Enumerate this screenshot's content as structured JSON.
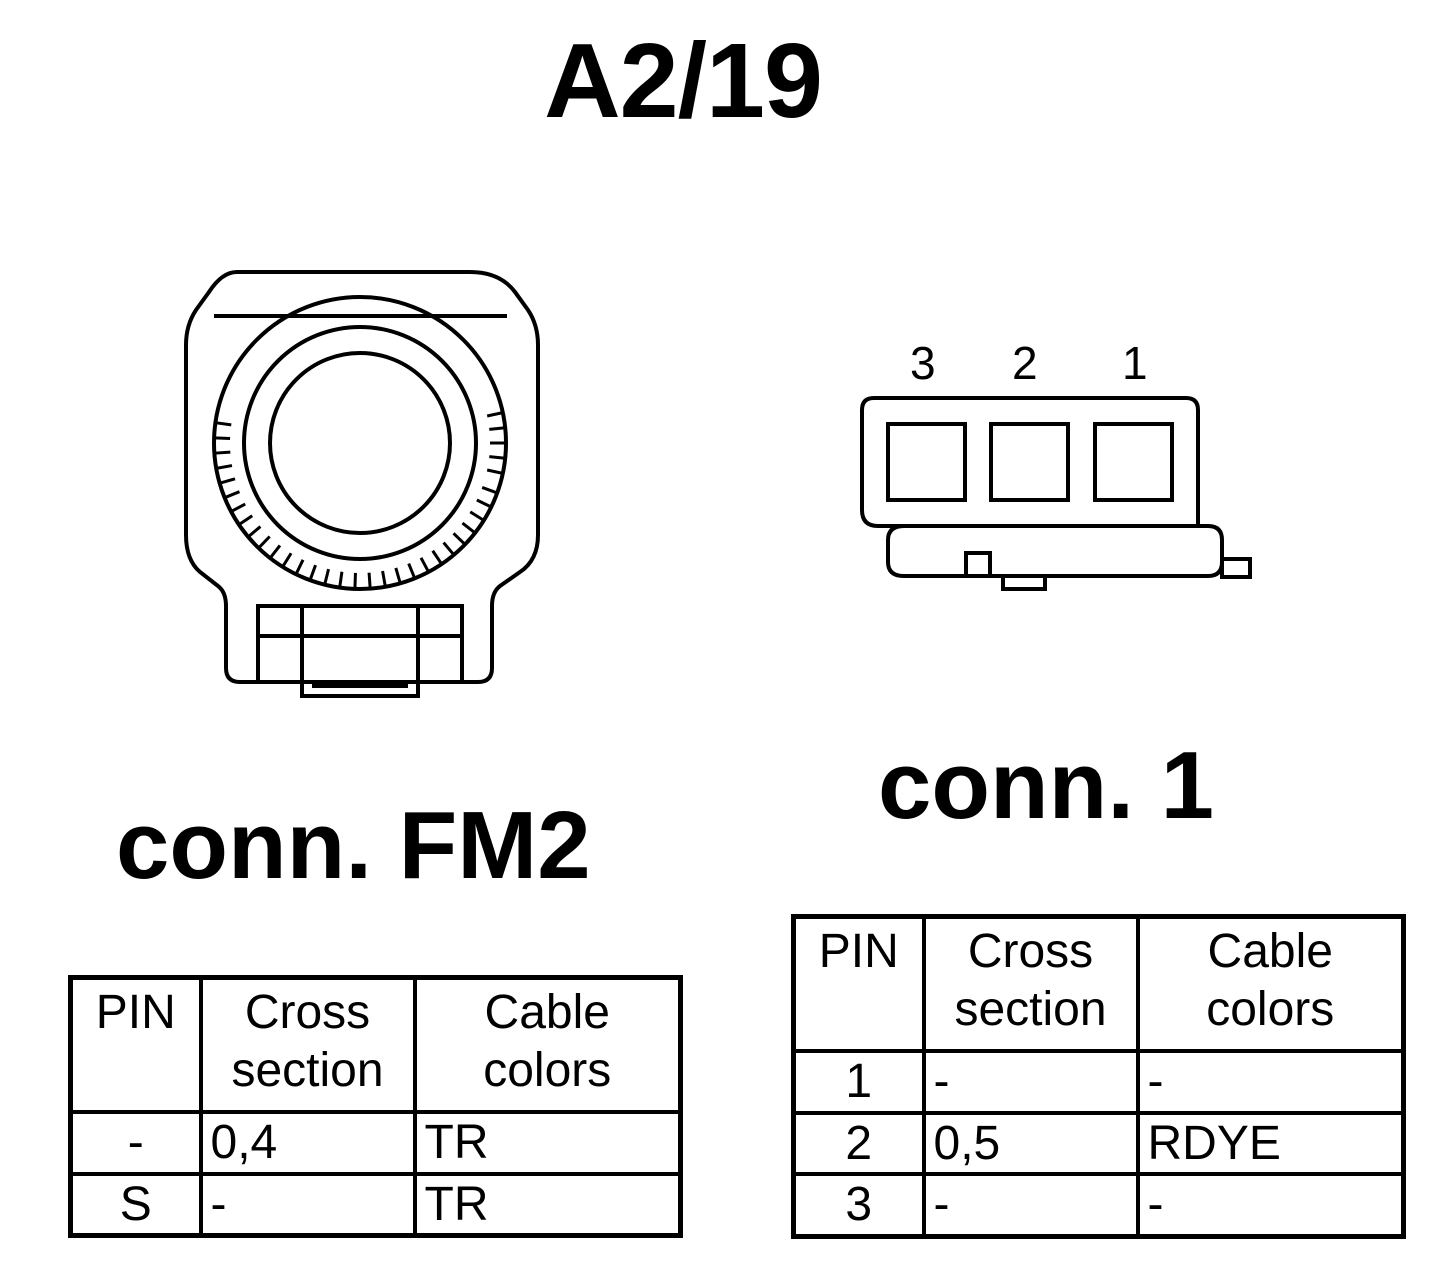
{
  "title": "A2/19",
  "connectors": [
    {
      "label": "conn. FM2",
      "table": {
        "headers": [
          "PIN",
          "Cross section",
          "Cable colors"
        ],
        "rows": [
          [
            "-",
            "0,4",
            "TR"
          ],
          [
            "S",
            "-",
            "TR"
          ]
        ]
      }
    },
    {
      "label": "conn. 1",
      "pin_numbers": [
        "3",
        "2",
        "1"
      ],
      "table": {
        "headers": [
          "PIN",
          "Cross section",
          "Cable colors"
        ],
        "rows": [
          [
            "1",
            "-",
            "-"
          ],
          [
            "2",
            "0,5",
            "RDYE"
          ],
          [
            "3",
            "-",
            "-"
          ]
        ]
      }
    }
  ]
}
